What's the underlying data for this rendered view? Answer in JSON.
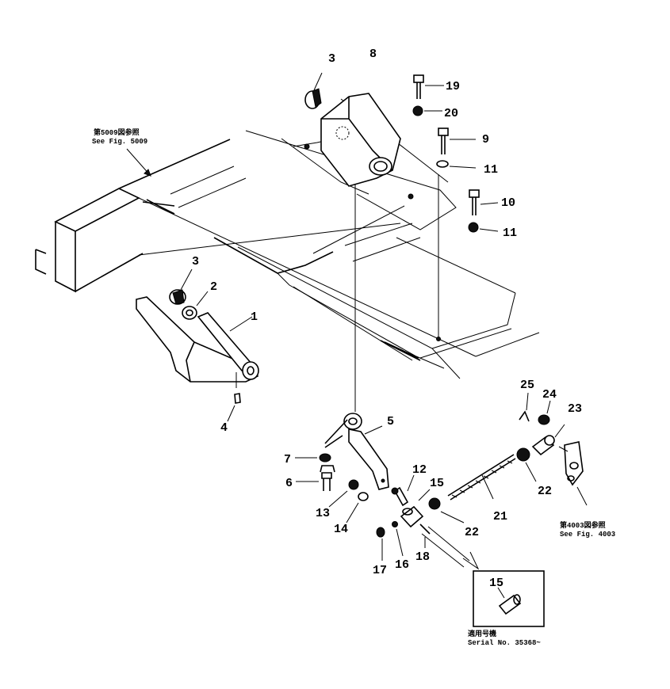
{
  "diagram": {
    "part_numbers": {
      "p1": "1",
      "p2": "2",
      "p3a": "3",
      "p3b": "3",
      "p4": "4",
      "p5": "5",
      "p6": "6",
      "p7": "7",
      "p8": "8",
      "p9": "9",
      "p10": "10",
      "p11a": "11",
      "p11b": "11",
      "p12": "12",
      "p13": "13",
      "p14": "14",
      "p15a": "15",
      "p15b": "15",
      "p16": "16",
      "p17": "17",
      "p18": "18",
      "p19": "19",
      "p20": "20",
      "p21": "21",
      "p22a": "22",
      "p22b": "22",
      "p23": "23",
      "p24": "24",
      "p25": "25"
    },
    "references": {
      "fig5009_jp": "第5009図参照",
      "fig5009_en": "See Fig. 5009",
      "fig4003_jp": "第4003図参照",
      "fig4003_en": "See Fig. 4003"
    },
    "inset": {
      "applicability_jp": "適用号機",
      "serial": "Serial No. 35368~"
    }
  }
}
